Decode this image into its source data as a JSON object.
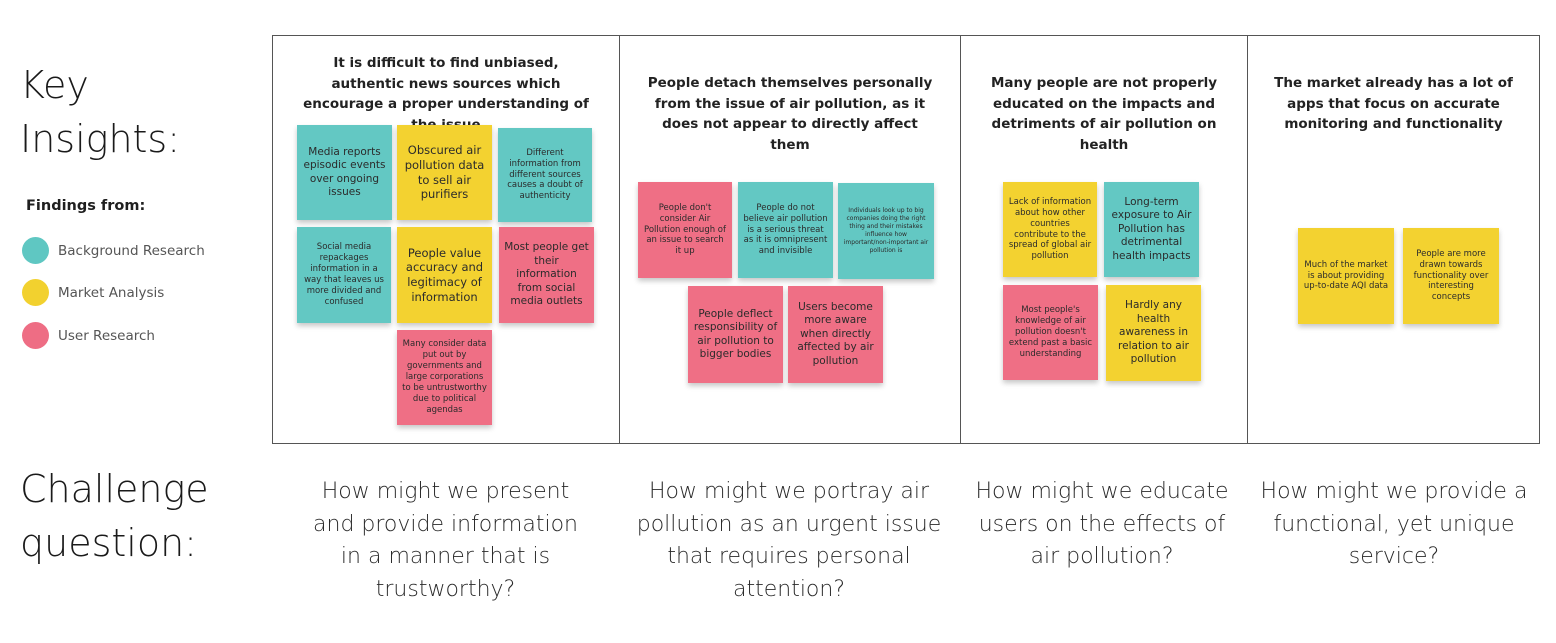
{
  "headings": {
    "key_insights": "Key\nInsights:",
    "challenge": "Challenge\nquestion:"
  },
  "legend": {
    "title": "Findings from:",
    "items": [
      {
        "label": "Background Research",
        "color": "#5fc7c2"
      },
      {
        "label": "Market Analysis",
        "color": "#f2d12f"
      },
      {
        "label": "User Research",
        "color": "#ee6d84"
      }
    ]
  },
  "columns": [
    {
      "title": "It is difficult to find unbiased, authentic news sources which encourage a proper understanding of the issue",
      "notes": [
        {
          "text": "Media reports episodic events over ongoing issues",
          "color": "teal"
        },
        {
          "text": "Obscured air pollution data to sell air purifiers",
          "color": "yellow"
        },
        {
          "text": "Different information from different sources causes a doubt of authenticity",
          "color": "teal"
        },
        {
          "text": "Social media repackages information in a way that leaves us more divided and confused",
          "color": "teal"
        },
        {
          "text": "People value accuracy and legitimacy of information",
          "color": "yellow"
        },
        {
          "text": "Most people get their information from social media outlets",
          "color": "pink"
        },
        {
          "text": "Many consider data put out by governments and large corporations to be untrustworthy due to political agendas",
          "color": "pink"
        }
      ],
      "question": "How might we present and provide information in a manner that is trustworthy?"
    },
    {
      "title": "People detach themselves personally from the issue of air pollution, as it does not appear to directly affect them",
      "notes": [
        {
          "text": "People don't consider Air Pollution enough of an issue to search it up",
          "color": "pink"
        },
        {
          "text": "People do not believe air pollution is a serious threat as it is omnipresent and invisible",
          "color": "teal"
        },
        {
          "text": "Individuals look up to big companies doing the right thing and their mistakes influence how important/non-important air pollution is",
          "color": "teal"
        },
        {
          "text": "People deflect responsibility of air pollution to bigger bodies",
          "color": "pink"
        },
        {
          "text": "Users become more aware when directly affected by air pollution",
          "color": "pink"
        }
      ],
      "question": "How might we portray air pollution as an urgent issue that requires personal attention?"
    },
    {
      "title": "Many people are not properly educated on the impacts and detriments of air pollution on health",
      "notes": [
        {
          "text": "Lack of information about how other countries contribute to the spread of global air pollution",
          "color": "yellow"
        },
        {
          "text": "Long-term exposure to Air Pollution has detrimental health impacts",
          "color": "teal"
        },
        {
          "text": "Most people's knowledge of air pollution doesn't extend past a basic understanding",
          "color": "pink"
        },
        {
          "text": "Hardly any health awareness in relation to air pollution",
          "color": "yellow"
        }
      ],
      "question": "How might we educate users on the effects of air pollution?"
    },
    {
      "title": "The market already has a lot of apps that focus on accurate monitoring and functionality",
      "notes": [
        {
          "text": "Much of the market is about providing up-to-date AQI data",
          "color": "yellow"
        },
        {
          "text": "People are more drawn towards functionality over interesting concepts",
          "color": "yellow"
        }
      ],
      "question": "How might we provide a functional, yet unique service?"
    }
  ]
}
